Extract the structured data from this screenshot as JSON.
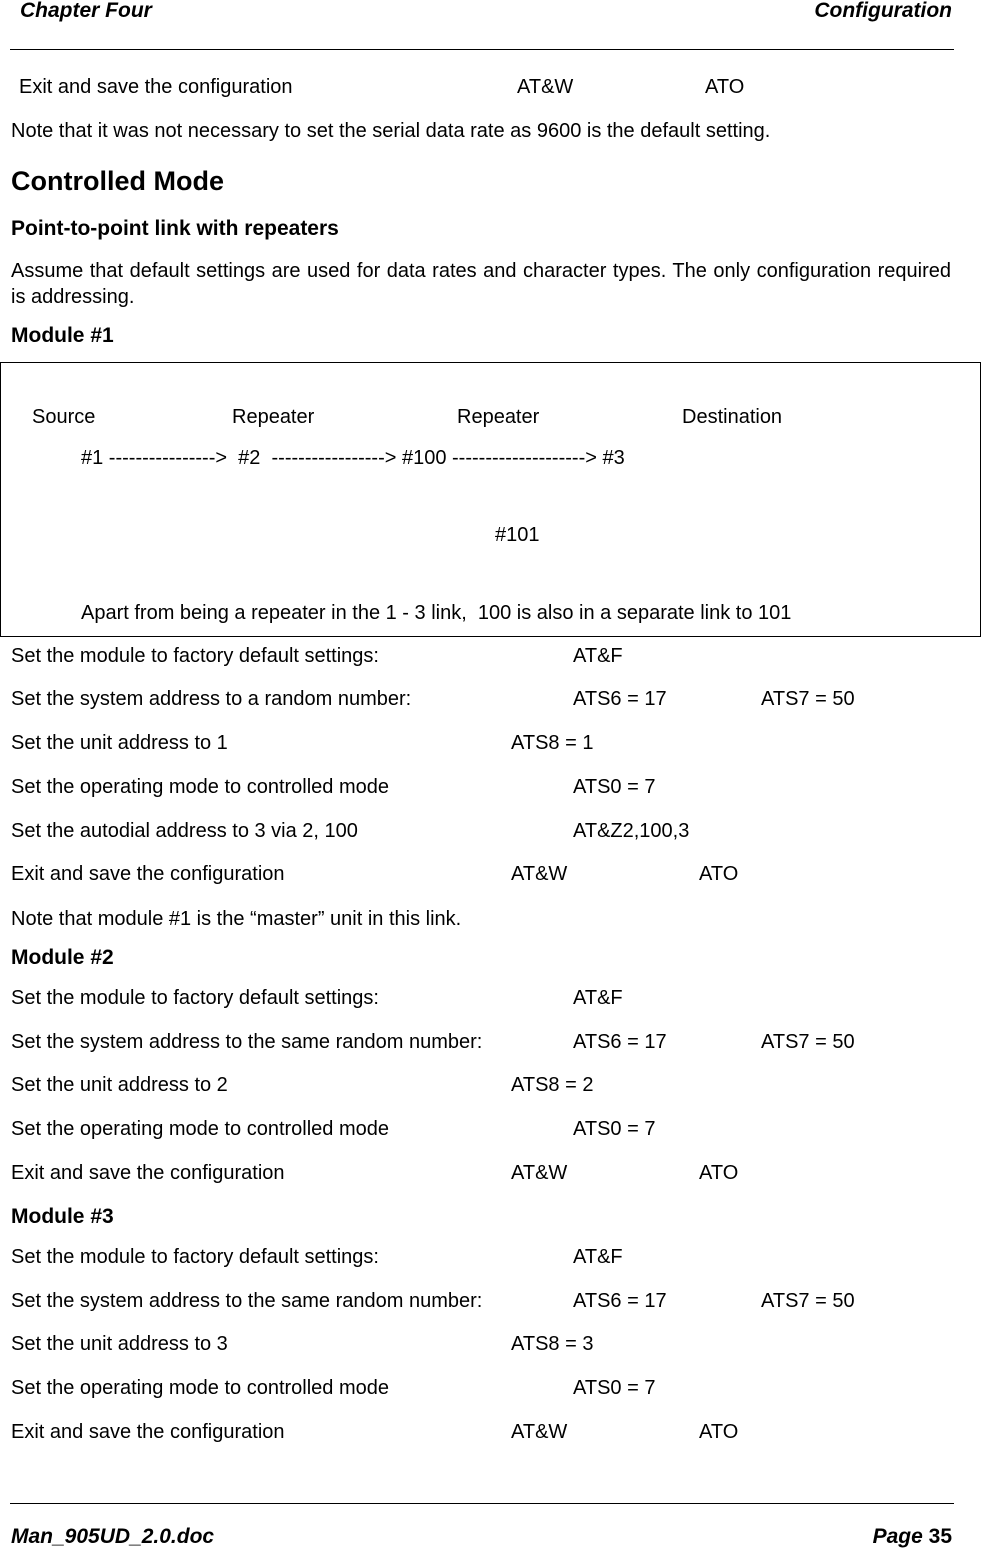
{
  "header": {
    "left": "Chapter Four",
    "right": "Configuration"
  },
  "intro": {
    "exit_label": "Exit and save the configuration",
    "exit_cmd1": "AT&W",
    "exit_cmd2": "ATO",
    "note": "Note that it was not necessary to set the serial data rate as 9600 is the default setting."
  },
  "section": {
    "title": "Controlled Mode",
    "subtitle": "Point-to-point link with repeaters",
    "paragraph": "Assume that default settings are used for data rates and character types.  The only configuration required is addressing."
  },
  "diagram": {
    "col1": "Source",
    "col2": "Repeater",
    "col3": "Repeater",
    "col4": "Destination",
    "chain": "#1 ---------------->  #2  -----------------> #100 --------------------> #3",
    "branch": "#101",
    "caption": "Apart from being a repeater in the 1 - 3 link,  100 is also in a separate link to 101"
  },
  "module1": {
    "heading": "Module #1",
    "rows": [
      {
        "label": "Set the module to factory default settings:",
        "cmd1": "",
        "cmd2": "AT&F",
        "cmd3": ""
      },
      {
        "label": "Set the system address to a random number:",
        "cmd1": "",
        "cmd2": "ATS6 = 17",
        "cmd3": "ATS7 = 50"
      },
      {
        "label": "Set the unit address to 1",
        "cmd1": "ATS8 = 1",
        "cmd2": "",
        "cmd3": ""
      },
      {
        "label": "Set the operating mode to controlled mode",
        "cmd1": "",
        "cmd2": "ATS0 = 7",
        "cmd3": ""
      },
      {
        "label": "Set the autodial address to 3 via 2, 100",
        "cmd1": "",
        "cmd2": "AT&Z2,100,3",
        "cmd3": ""
      },
      {
        "label": "Exit and save the configuration",
        "cmd1": "AT&W",
        "cmd2": "",
        "cmd3": "ATO"
      }
    ],
    "note": "Note that module #1 is the “master” unit in this link."
  },
  "module2": {
    "heading": "Module #2",
    "rows": [
      {
        "label": "Set the module to factory default settings:",
        "cmd1": "",
        "cmd2": "AT&F",
        "cmd3": ""
      },
      {
        "label": "Set the system address to the same random number:",
        "cmd1": "",
        "cmd2": "ATS6 = 17",
        "cmd3": "ATS7 = 50"
      },
      {
        "label": "Set the unit address to 2",
        "cmd1": "ATS8 = 2",
        "cmd2": "",
        "cmd3": ""
      },
      {
        "label": "Set the operating mode to controlled mode",
        "cmd1": "",
        "cmd2": "ATS0 = 7",
        "cmd3": ""
      },
      {
        "label": "Exit and save the configuration",
        "cmd1": "AT&W",
        "cmd2": "",
        "cmd3": "ATO"
      }
    ]
  },
  "module3": {
    "heading": "Module #3",
    "rows": [
      {
        "label": "Set the module to factory default settings:",
        "cmd1": "",
        "cmd2": "AT&F",
        "cmd3": ""
      },
      {
        "label": "Set the system address to the same random number:",
        "cmd1": "",
        "cmd2": "ATS6 = 17",
        "cmd3": "ATS7 = 50"
      },
      {
        "label": "Set the unit address to 3",
        "cmd1": "ATS8 = 3",
        "cmd2": "",
        "cmd3": ""
      },
      {
        "label": "Set the operating mode to controlled mode",
        "cmd1": "",
        "cmd2": "ATS0 = 7",
        "cmd3": ""
      },
      {
        "label": "Exit and save the configuration",
        "cmd1": "AT&W",
        "cmd2": "",
        "cmd3": "ATO"
      }
    ]
  },
  "footer": {
    "left": "Man_905UD_2.0.doc",
    "page_label": "Page",
    "page_number": "35"
  }
}
